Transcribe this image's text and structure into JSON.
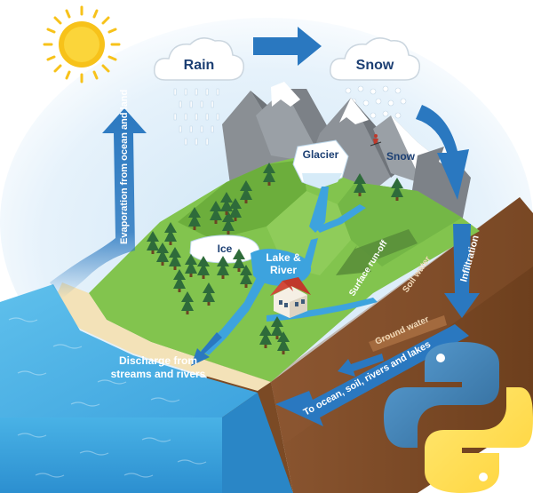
{
  "labels": {
    "rain": "Rain",
    "snow_cloud": "Snow",
    "glacier": "Glacier",
    "snow_peak": "Snow",
    "ice": "Ice",
    "lake_river_1": "Lake &",
    "lake_river_2": "River",
    "evaporation": "Evaporation from ocean and land",
    "infiltration": "Infiltration",
    "surface_runoff": "Surface run-off",
    "soil_water": "Soil water",
    "ground_water": "Ground water",
    "to_ocean": "To ocean, soil, rivers and lakes",
    "discharge_1": "Discharge from",
    "discharge_2": "streams and rivers"
  },
  "colors": {
    "arrow_blue": "#2a78c0",
    "label_navy": "#1c3f73",
    "grass": "#7cc04a",
    "soil": "#7b4a25",
    "ocean": "#3fa3dd",
    "sun": "#f7c21a",
    "python_blue": "#3b72a6",
    "python_yellow": "#ffd43b"
  },
  "icons": [
    "sun-icon",
    "rain-cloud-icon",
    "snow-cloud-icon",
    "house-icon",
    "python-logo-icon"
  ]
}
